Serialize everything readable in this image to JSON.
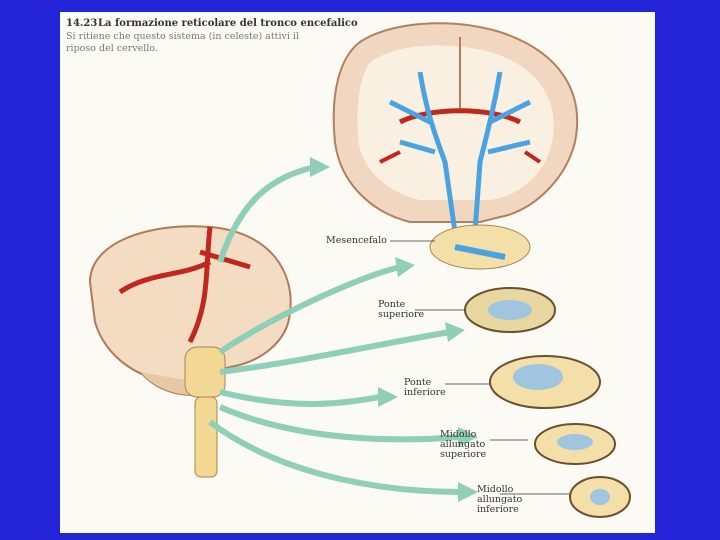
{
  "figure": {
    "number": "14.23",
    "title": "La formazione reticolare del tronco encefalico",
    "caption": "Si ritiene che questo sistema (in celeste) attivi il riposo del cervello."
  },
  "labels": {
    "mesencefalo": "Mesencefalo",
    "ponte_superiore": "Ponte superiore",
    "ponte_inferiore": "Ponte inferiore",
    "midollo_superiore": "Midollo allungato superiore",
    "midollo_inferiore": "Midollo allungato inferiore"
  },
  "colors": {
    "background": "#2323d8",
    "reticular": "#4aa3e0",
    "arrow": "#8fcfb8",
    "vessel": "#c0281e",
    "tissue": "#f4dfa8"
  }
}
